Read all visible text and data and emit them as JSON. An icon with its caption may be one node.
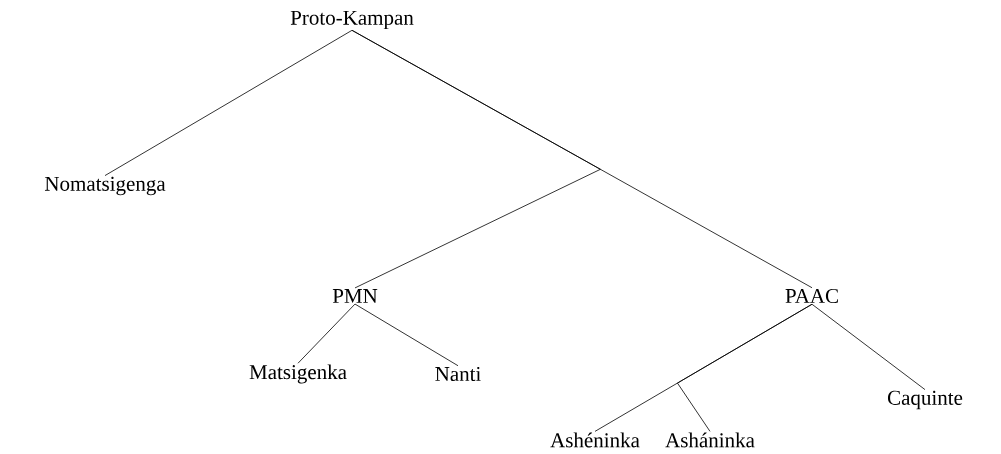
{
  "diagram": {
    "nodes": [
      {
        "text": [
          "Proto-Kampan"
        ]
      },
      {
        "text": [
          "Nomatsigenga"
        ]
      },
      {
        "text": [
          "PMN"
        ]
      },
      {
        "text": [
          "PAAC"
        ]
      },
      {
        "text": [
          "Matsigenka"
        ]
      },
      {
        "text": [
          "Nanti"
        ]
      },
      {
        "text": [
          "Ashéninka"
        ]
      },
      {
        "text": [
          "Asháninka"
        ]
      },
      {
        "text": [
          "Caquinte"
        ]
      }
    ],
    "edges": [
      {
        "from": 0,
        "to": 1,
        "arrow": "none"
      },
      {
        "from": 0,
        "to": 2,
        "arrow": "none"
      },
      {
        "from": 0,
        "to": 3,
        "arrow": "none"
      },
      {
        "from": 2,
        "to": 4,
        "arrow": "none"
      },
      {
        "from": 2,
        "to": 5,
        "arrow": "none"
      },
      {
        "from": 3,
        "to": 6,
        "arrow": "none"
      },
      {
        "from": 3,
        "to": 7,
        "arrow": "none"
      },
      {
        "from": 3,
        "to": 8,
        "arrow": "none"
      }
    ]
  }
}
